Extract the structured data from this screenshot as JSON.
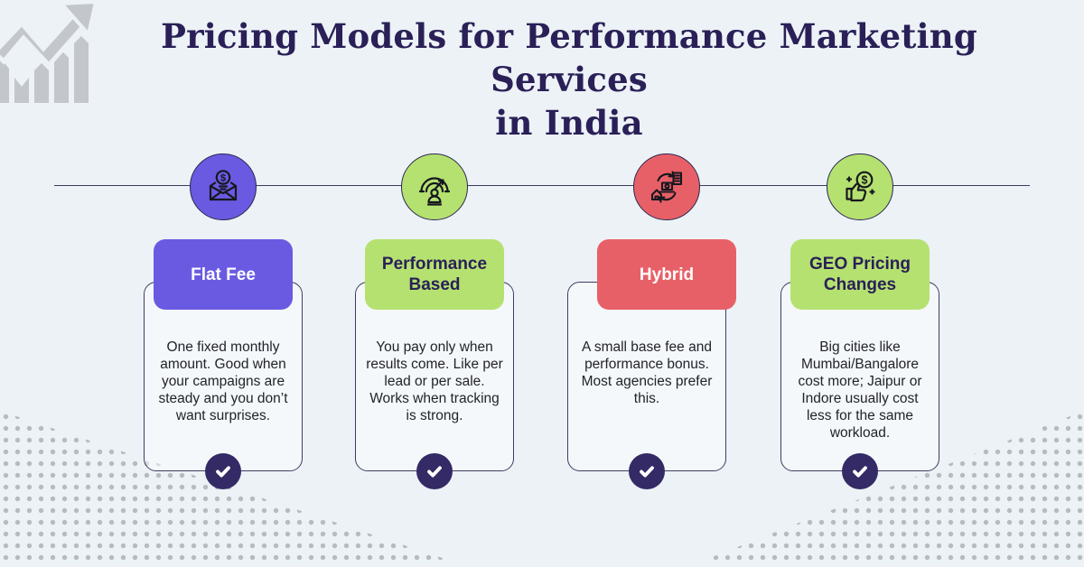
{
  "header": {
    "title_line1": "Pricing Models for Performance Marketing Services",
    "title_line2": "in India",
    "title_color": "#2a2057",
    "logo_icon": "growth-chart-arrow-icon"
  },
  "models": [
    {
      "name": "Flat Fee",
      "description": "One fixed monthly amount. Good when your campaigns are steady and you don’t want surprises.",
      "accent": "#6a5ae1",
      "label_text_color": "#ffffff",
      "icon": "envelope-money-icon"
    },
    {
      "name": "Performance Based",
      "description": "You pay only when results come. Like per lead or per sale. Works when tracking is strong.",
      "accent": "#b5e170",
      "label_text_color": "#2a2057",
      "icon": "performance-gauge-icon"
    },
    {
      "name": "Hybrid",
      "description": "A small base fee and performance bonus. Most agencies prefer this.",
      "accent": "#e86067",
      "label_text_color": "#ffffff",
      "icon": "hybrid-cycle-icon"
    },
    {
      "name": "GEO Pricing Changes",
      "description": "Big cities like Mumbai/Bangalore cost more; Jaipur or Indore usually cost less for the same workload.",
      "accent": "#b5e170",
      "label_text_color": "#2a2057",
      "icon": "thumbs-up-dollar-icon"
    }
  ],
  "colors": {
    "background": "#ecf2f6",
    "connector_line": "#3c3a64",
    "card_border": "#3f3d63",
    "check_badge": "#332a66",
    "dots": "#a7aeb3",
    "logo_gray": "#c3c6ca"
  },
  "badge": {
    "meaning": "checkmark"
  }
}
